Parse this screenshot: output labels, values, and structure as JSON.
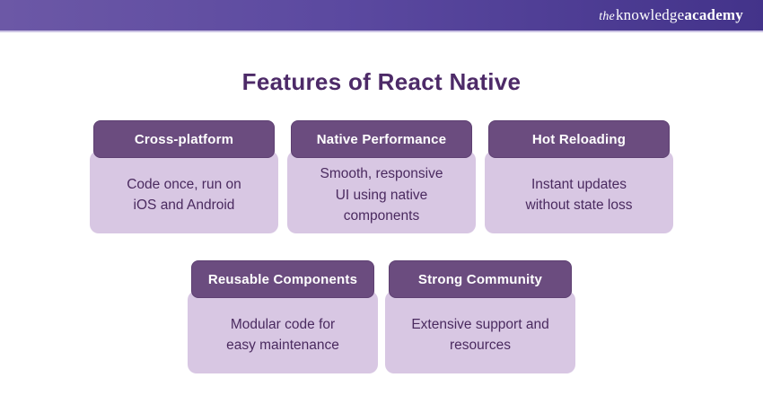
{
  "topbar": {
    "logo": {
      "prefix": "the",
      "name": "knowledge",
      "suffix": "academy"
    }
  },
  "page": {
    "title": "Features of React Native"
  },
  "colors": {
    "topbar_gradient_start": "#6C58A6",
    "topbar_gradient_end": "#43338A",
    "topbar_underline": "#CCC4E4",
    "title_text": "#4D2A68",
    "card_header_bg": "#6B4C7F",
    "card_header_text": "#FFFFFF",
    "card_body_bg": "#D8C7E3",
    "card_body_text": "#4A2A5F",
    "page_bg": "#FFFFFF"
  },
  "cards": [
    {
      "title": "Cross-platform",
      "lines": [
        "Code once, run on",
        "iOS and Android"
      ]
    },
    {
      "title": "Native Performance",
      "lines": [
        "Smooth, responsive",
        "UI using native",
        "components"
      ]
    },
    {
      "title": "Hot Reloading",
      "lines": [
        "Instant updates",
        "without state loss"
      ]
    },
    {
      "title": "Reusable Components",
      "lines": [
        "Modular code for",
        "easy maintenance"
      ]
    },
    {
      "title": "Strong Community",
      "lines": [
        "Extensive support and",
        "resources"
      ]
    }
  ]
}
